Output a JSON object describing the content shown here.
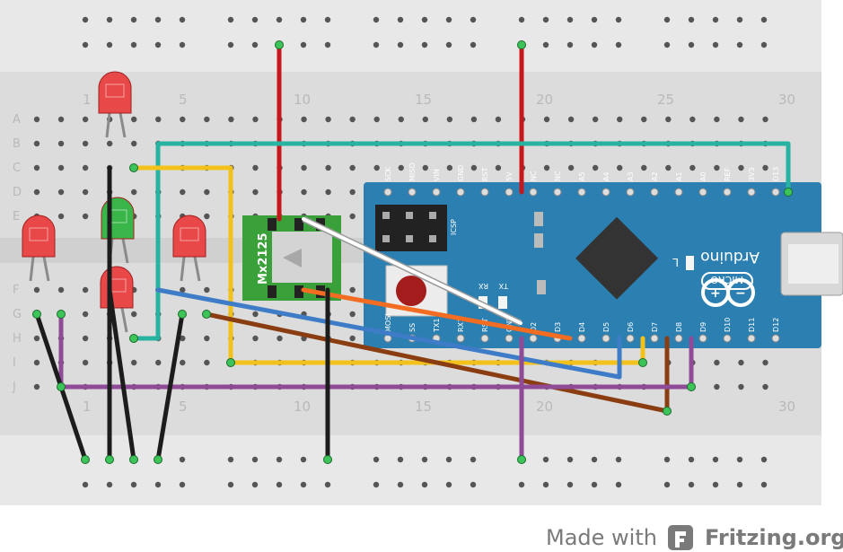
{
  "breadboard": {
    "row_labels": [
      "A",
      "B",
      "C",
      "D",
      "E",
      "F",
      "G",
      "H",
      "I",
      "J"
    ],
    "column_labels_top": [
      "1",
      "5",
      "10",
      "15",
      "20",
      "25",
      "30"
    ],
    "column_labels_bottom": [
      "1",
      "5",
      "10",
      "15",
      "20",
      "30"
    ]
  },
  "sensor": {
    "label": "Mx2125"
  },
  "arduino": {
    "name": "Arduino",
    "variant": "MICRO",
    "icsp_label": "ICSP",
    "top_pins": [
      "SCK",
      "MISO",
      "VIN",
      "GND",
      "RST",
      "5V",
      "NC",
      "NC",
      "A5",
      "A4",
      "A3",
      "A2",
      "A1",
      "A0",
      "REF",
      "3V3",
      "D13"
    ],
    "bottom_pins": [
      "MOSI",
      "SS",
      "TX1",
      "RX1",
      "RST",
      "GND",
      "D2",
      "D3",
      "D4",
      "D5",
      "D6",
      "D7",
      "D8",
      "D9",
      "D10",
      "D11",
      "D12"
    ],
    "led_labels": [
      "RX",
      "TX"
    ],
    "small_label": "L"
  },
  "leds": {
    "count": 5,
    "color": "#e84848",
    "accent_color": "#39b54a"
  },
  "wires": {
    "colors": {
      "red": "#c8171c",
      "yellow": "#f2c21b",
      "teal": "#27b2a2",
      "blue": "#3e7cc7",
      "brown": "#8b3d12",
      "purple": "#8f4b98",
      "orange": "#f26c21",
      "white": "#ffffff",
      "black": "#1c1c1c"
    }
  },
  "footer": {
    "made_with": "Made with",
    "brand": "Fritzing.org"
  }
}
